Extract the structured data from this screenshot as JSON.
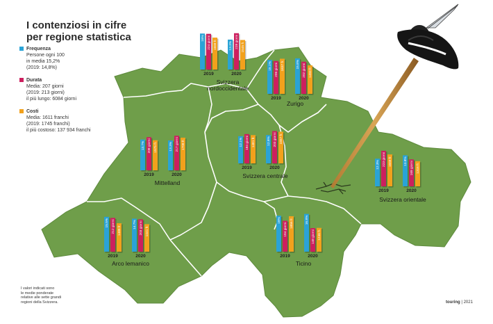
{
  "title_line1": "I contenziosi in cifre",
  "title_line2": "per regione statistica",
  "legend": [
    {
      "name": "Frequenza",
      "color": "#2aa3d6",
      "lines": [
        "Persone ogni 100",
        "in media 15,2%",
        "(2019: 14,8%)"
      ]
    },
    {
      "name": "Durata",
      "color": "#cc1f5e",
      "lines": [
        "Media: 207 giorni",
        "(2019: 213 giorni)",
        "il più lungo: 6084 giorni"
      ]
    },
    {
      "name": "Costi",
      "color": "#f2a11c",
      "lines": [
        "Media: 1611 franchi",
        "(2019: 1745 franchi)",
        "il più costoso: 137 934 franchi"
      ]
    }
  ],
  "note": [
    "I valori indicati sono",
    "le medie ponderate",
    "relative alle sette grandi",
    "regioni della Svizzera."
  ],
  "brand": "touring",
  "brand_year": "2021",
  "colors": {
    "map": "#6f9e4a",
    "border": "#ffffff",
    "freq": "#2aa3d6",
    "dur": "#cc1f5e",
    "cost": "#f2a11c",
    "hat": "#151515"
  },
  "chart_data": {
    "type": "bar",
    "series": [
      {
        "name": "Frequenza",
        "unit": "%"
      },
      {
        "name": "Durata",
        "unit": "giorni"
      },
      {
        "name": "Costi",
        "unit": "fr."
      }
    ],
    "regions": [
      {
        "name": "Svizzera nordoccidentale",
        "years": [
          {
            "year": "2019",
            "freq": 16.0,
            "dur": 224,
            "cost": 1669,
            "labels": [
              "16%",
              "224 giorni",
              "1669 fr."
            ]
          },
          {
            "year": "2020",
            "freq": 13.3,
            "dur": 228,
            "cost": 1545,
            "labels": [
              "13.3%",
              "228 giorni",
              "1545 fr."
            ]
          }
        ]
      },
      {
        "name": "Zurigo",
        "years": [
          {
            "year": "2019",
            "freq": 15.1,
            "dur": 206,
            "cost": 1837,
            "labels": [
              "15.1%",
              "206 giorni",
              "1837 fr."
            ]
          },
          {
            "year": "2020",
            "freq": 15.8,
            "dur": 202,
            "cost": 1493,
            "labels": [
              "15.8%",
              "202 giorni",
              "1493 fr."
            ]
          }
        ]
      },
      {
        "name": "Mittelland",
        "years": [
          {
            "year": "2019",
            "freq": 13.7,
            "dur": 208,
            "cost": 1575,
            "labels": [
              "13.7%",
              "208 giorni",
              "1575 fr."
            ]
          },
          {
            "year": "2020",
            "freq": 13.3,
            "dur": 217,
            "cost": 1708,
            "labels": [
              "13.3%",
              "217 giorni",
              "1708 fr."
            ]
          }
        ]
      },
      {
        "name": "Svizzera centrale",
        "years": [
          {
            "year": "2019",
            "freq": 12.1,
            "dur": 184,
            "cost": 1481,
            "labels": [
              "12.1%",
              "184 giorni",
              "1481 fr."
            ]
          },
          {
            "year": "2020",
            "freq": 12.6,
            "dur": 203,
            "cost": 1657,
            "labels": [
              "12.6%",
              "203 giorni",
              "1657 fr."
            ]
          }
        ]
      },
      {
        "name": "Svizzera orientale",
        "years": [
          {
            "year": "2019",
            "freq": 12.3,
            "dur": 223,
            "cost": 1669,
            "labels": [
              "12.3%",
              "223 giorni",
              "1669 fr."
            ]
          },
          {
            "year": "2020",
            "freq": 13.8,
            "dur": 169,
            "cost": 1316,
            "labels": [
              "13.8%",
              "169 giorni",
              "1316 fr."
            ]
          }
        ]
      },
      {
        "name": "Arco lemanico",
        "years": [
          {
            "year": "2019",
            "freq": 15.5,
            "dur": 212,
            "cost": 1489,
            "labels": [
              "15.5%",
              "212 giorni",
              "1489 fr."
            ]
          },
          {
            "year": "2020",
            "freq": 14.7,
            "dur": 203,
            "cost": 1441,
            "labels": [
              "14.7%",
              "203 giorni",
              "1441 fr."
            ]
          }
        ]
      },
      {
        "name": "Ticino",
        "years": [
          {
            "year": "2019",
            "freq": 16.0,
            "dur": 194,
            "cost": 1856,
            "labels": [
              "16%",
              "194 giorni",
              "1856 fr."
            ]
          },
          {
            "year": "2020",
            "freq": 16.8,
            "dur": 148,
            "cost": 1246,
            "labels": [
              "16.8%",
              "148 giorni",
              "1246 fr."
            ]
          }
        ]
      }
    ]
  }
}
